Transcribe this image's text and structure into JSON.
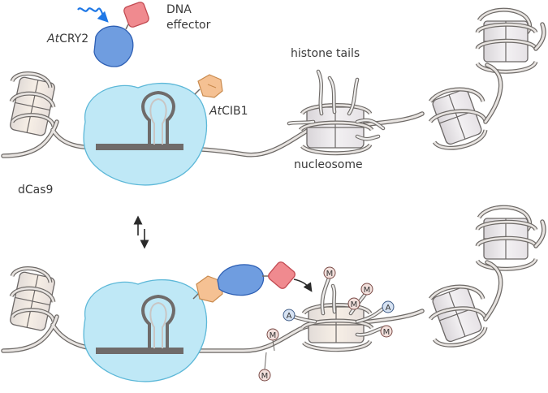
{
  "labels": {
    "dna_effector_line1": "DNA",
    "dna_effector_line2": "effector",
    "atcry2_prefix": "At",
    "atcry2_suffix": "CRY2",
    "atcib1_prefix": "At",
    "atcib1_suffix": "CIB1",
    "histone_tails": "histone tails",
    "nucleosome": "nucleosome",
    "dcas9": "dCas9"
  },
  "marks": {
    "methyl": "M",
    "acetyl": "A"
  },
  "colors": {
    "dcas9_fill": "#bfe8f6",
    "cry2_fill": "#6f9de0",
    "cib1_fill": "#f5c193",
    "effector_fill": "#f08a8f",
    "guide_rna": "#6f6b6a",
    "blue_light": "#1f78e6",
    "methyl_badge": "#f2e0dc",
    "acetyl_badge": "#d6e2f2"
  },
  "icons": {
    "equilibrium": "equilibrium-arrows-icon",
    "light": "blue-light-wave-icon"
  }
}
